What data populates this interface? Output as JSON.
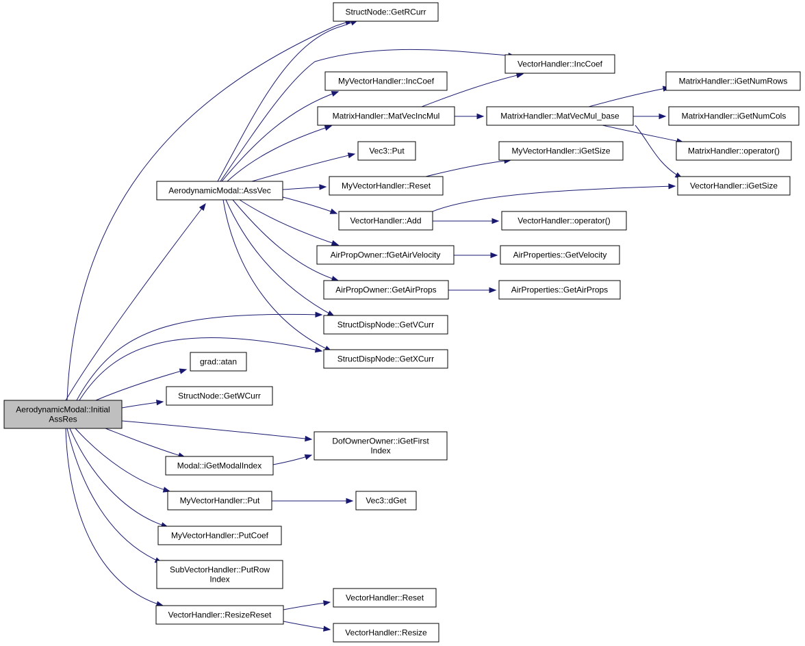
{
  "nodes": [
    {
      "id": "root",
      "lines": [
        "AerodynamicModal::Initial",
        "AssRes"
      ],
      "root": true
    },
    {
      "id": "assvec",
      "lines": [
        "AerodynamicModal::AssVec"
      ]
    },
    {
      "id": "getrcurr",
      "lines": [
        "StructNode::GetRCurr"
      ]
    },
    {
      "id": "vh_inccoef",
      "lines": [
        "VectorHandler::IncCoef"
      ]
    },
    {
      "id": "mvh_inccoef",
      "lines": [
        "MyVectorHandler::IncCoef"
      ]
    },
    {
      "id": "matvecincmul",
      "lines": [
        "MatrixHandler::MatVecIncMul"
      ]
    },
    {
      "id": "matvecmul_base",
      "lines": [
        "MatrixHandler::MatVecMul_base"
      ]
    },
    {
      "id": "getnumrows",
      "lines": [
        "MatrixHandler::iGetNumRows"
      ]
    },
    {
      "id": "getnumcols",
      "lines": [
        "MatrixHandler::iGetNumCols"
      ]
    },
    {
      "id": "mh_operator",
      "lines": [
        "MatrixHandler::operator()"
      ]
    },
    {
      "id": "vec3put",
      "lines": [
        "Vec3::Put"
      ]
    },
    {
      "id": "mvh_getsize",
      "lines": [
        "MyVectorHandler::iGetSize"
      ]
    },
    {
      "id": "mvh_reset",
      "lines": [
        "MyVectorHandler::Reset"
      ]
    },
    {
      "id": "vh_getsize",
      "lines": [
        "VectorHandler::iGetSize"
      ]
    },
    {
      "id": "vh_add",
      "lines": [
        "VectorHandler::Add"
      ]
    },
    {
      "id": "vh_operator",
      "lines": [
        "VectorHandler::operator()"
      ]
    },
    {
      "id": "fgetairvel",
      "lines": [
        "AirPropOwner::fGetAirVelocity"
      ]
    },
    {
      "id": "ap_getvel",
      "lines": [
        "AirProperties::GetVelocity"
      ]
    },
    {
      "id": "getairprops",
      "lines": [
        "AirPropOwner::GetAirProps"
      ]
    },
    {
      "id": "ap_getairprops",
      "lines": [
        "AirProperties::GetAirProps"
      ]
    },
    {
      "id": "getvcurr",
      "lines": [
        "StructDispNode::GetVCurr"
      ]
    },
    {
      "id": "getxcurr",
      "lines": [
        "StructDispNode::GetXCurr"
      ]
    },
    {
      "id": "atan",
      "lines": [
        "grad::atan"
      ]
    },
    {
      "id": "getwcurr",
      "lines": [
        "StructNode::GetWCurr"
      ]
    },
    {
      "id": "getfirstindex",
      "lines": [
        "DofOwnerOwner::iGetFirst",
        "Index"
      ]
    },
    {
      "id": "getmodalindex",
      "lines": [
        "Modal::iGetModalIndex"
      ]
    },
    {
      "id": "mvh_put",
      "lines": [
        "MyVectorHandler::Put"
      ]
    },
    {
      "id": "vec3dget",
      "lines": [
        "Vec3::dGet"
      ]
    },
    {
      "id": "mvh_putcoef",
      "lines": [
        "MyVectorHandler::PutCoef"
      ]
    },
    {
      "id": "svh_putrowindex",
      "lines": [
        "SubVectorHandler::PutRow",
        "Index"
      ]
    },
    {
      "id": "vh_resizereset",
      "lines": [
        "VectorHandler::ResizeReset"
      ]
    },
    {
      "id": "vh_reset",
      "lines": [
        "VectorHandler::Reset"
      ]
    },
    {
      "id": "vh_resize",
      "lines": [
        "VectorHandler::Resize"
      ]
    }
  ],
  "edges": [
    [
      "root",
      "assvec"
    ],
    [
      "root",
      "getrcurr"
    ],
    [
      "root",
      "getvcurr"
    ],
    [
      "root",
      "getxcurr"
    ],
    [
      "root",
      "atan"
    ],
    [
      "root",
      "getwcurr"
    ],
    [
      "root",
      "getfirstindex"
    ],
    [
      "root",
      "getmodalindex"
    ],
    [
      "root",
      "mvh_put"
    ],
    [
      "root",
      "mvh_putcoef"
    ],
    [
      "root",
      "svh_putrowindex"
    ],
    [
      "root",
      "vh_resizereset"
    ],
    [
      "assvec",
      "getrcurr"
    ],
    [
      "assvec",
      "vh_inccoef"
    ],
    [
      "assvec",
      "mvh_inccoef"
    ],
    [
      "assvec",
      "matvecincmul"
    ],
    [
      "assvec",
      "vec3put"
    ],
    [
      "assvec",
      "mvh_reset"
    ],
    [
      "assvec",
      "vh_add"
    ],
    [
      "assvec",
      "fgetairvel"
    ],
    [
      "assvec",
      "getairprops"
    ],
    [
      "assvec",
      "getvcurr"
    ],
    [
      "assvec",
      "getxcurr"
    ],
    [
      "mvh_inccoef",
      "vh_inccoef"
    ],
    [
      "matvecincmul",
      "matvecmul_base"
    ],
    [
      "matvecmul_base",
      "getnumrows"
    ],
    [
      "matvecmul_base",
      "getnumcols"
    ],
    [
      "matvecmul_base",
      "mh_operator"
    ],
    [
      "matvecmul_base",
      "vh_getsize"
    ],
    [
      "mvh_reset",
      "mvh_getsize"
    ],
    [
      "vh_add",
      "vh_getsize"
    ],
    [
      "vh_add",
      "vh_operator"
    ],
    [
      "fgetairvel",
      "ap_getvel"
    ],
    [
      "getairprops",
      "ap_getairprops"
    ],
    [
      "getmodalindex",
      "getfirstindex"
    ],
    [
      "mvh_put",
      "vec3dget"
    ],
    [
      "vh_resizereset",
      "vh_reset"
    ],
    [
      "vh_resizereset",
      "vh_resize"
    ]
  ]
}
